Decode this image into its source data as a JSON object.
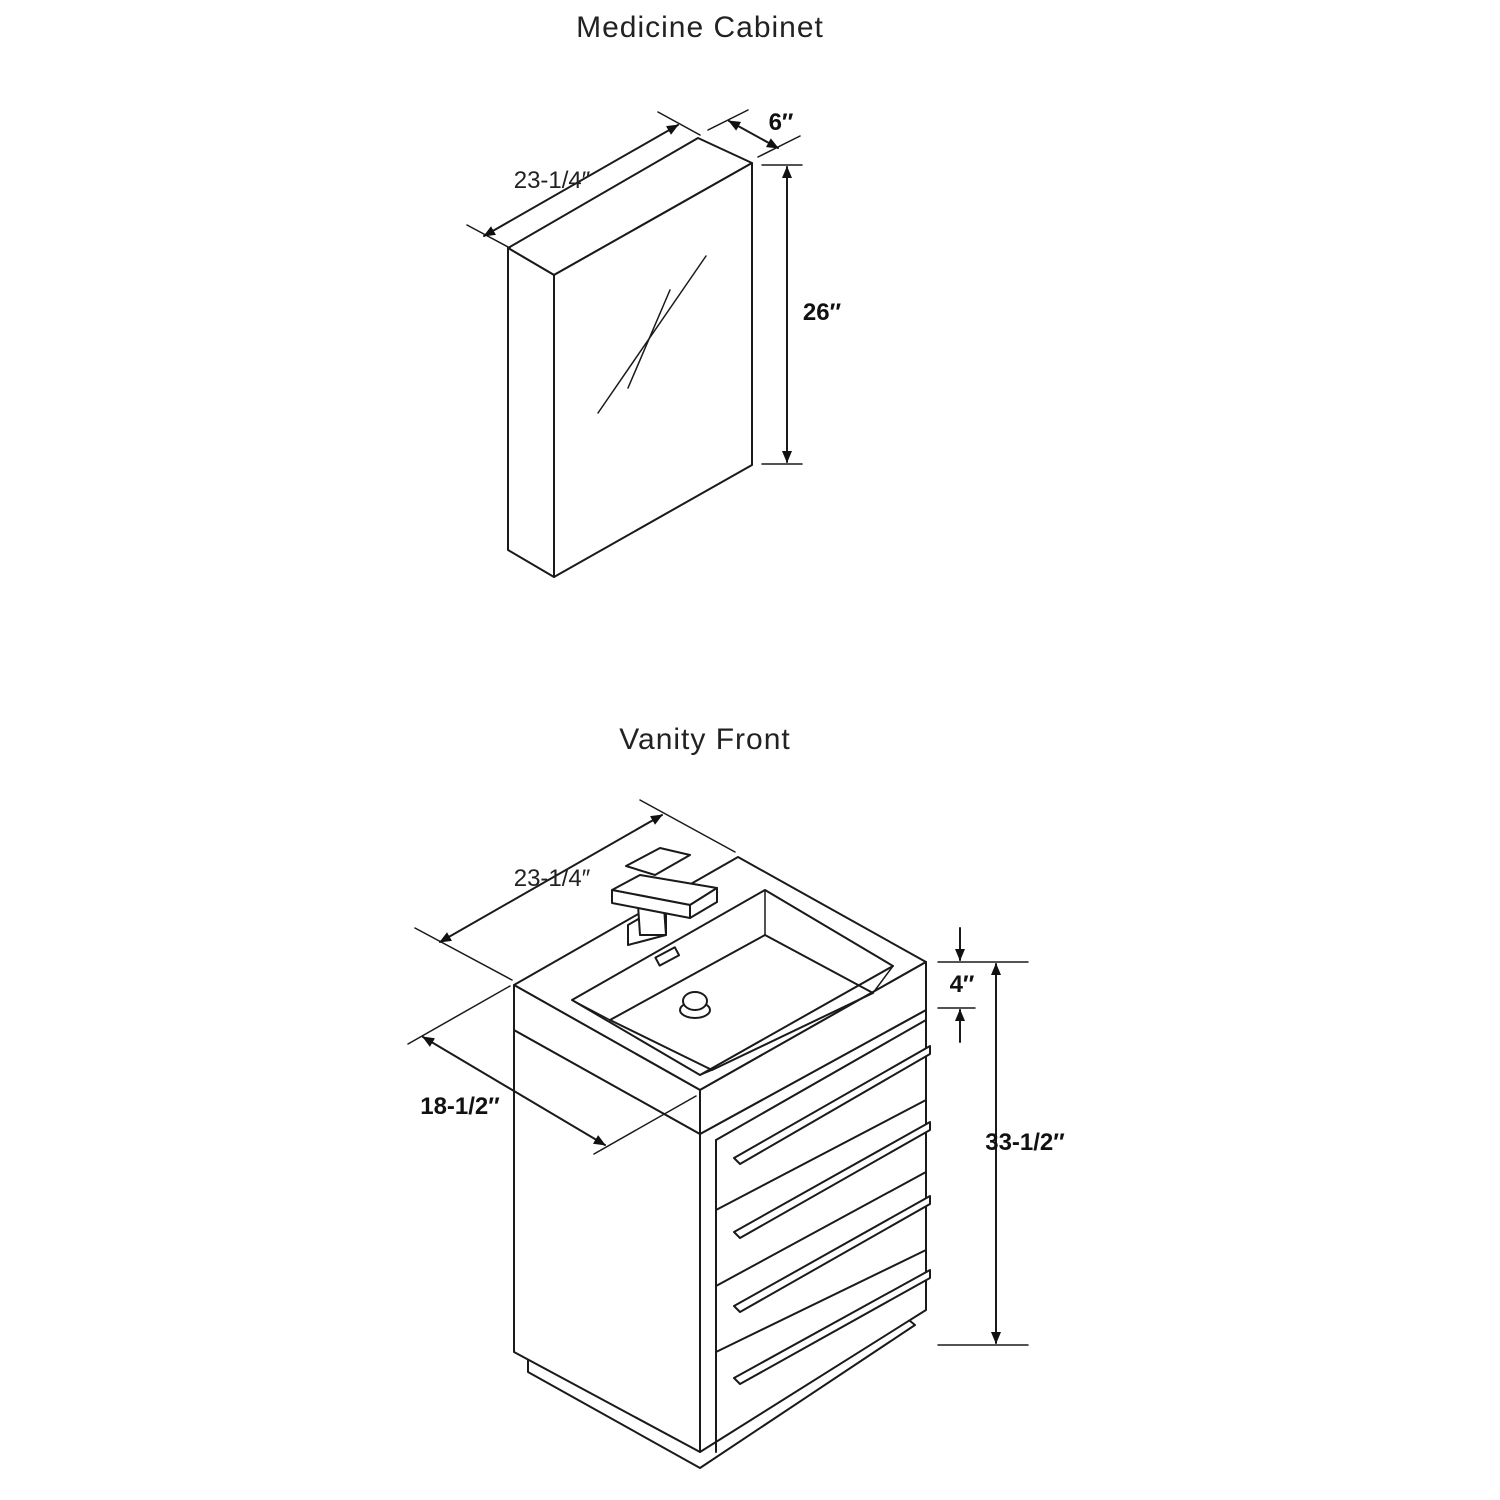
{
  "medicine_cabinet": {
    "title": "Medicine Cabinet",
    "width_label": "23-1/4″",
    "depth_label": "6″",
    "height_label": "26″"
  },
  "vanity": {
    "title": "Vanity Front",
    "width_label": "23-1/4″",
    "depth_label": "18-1/2″",
    "top_thickness_label": "4″",
    "height_label": "33-1/2″"
  },
  "colors": {
    "line": "#1a1a1a",
    "background": "#ffffff"
  }
}
